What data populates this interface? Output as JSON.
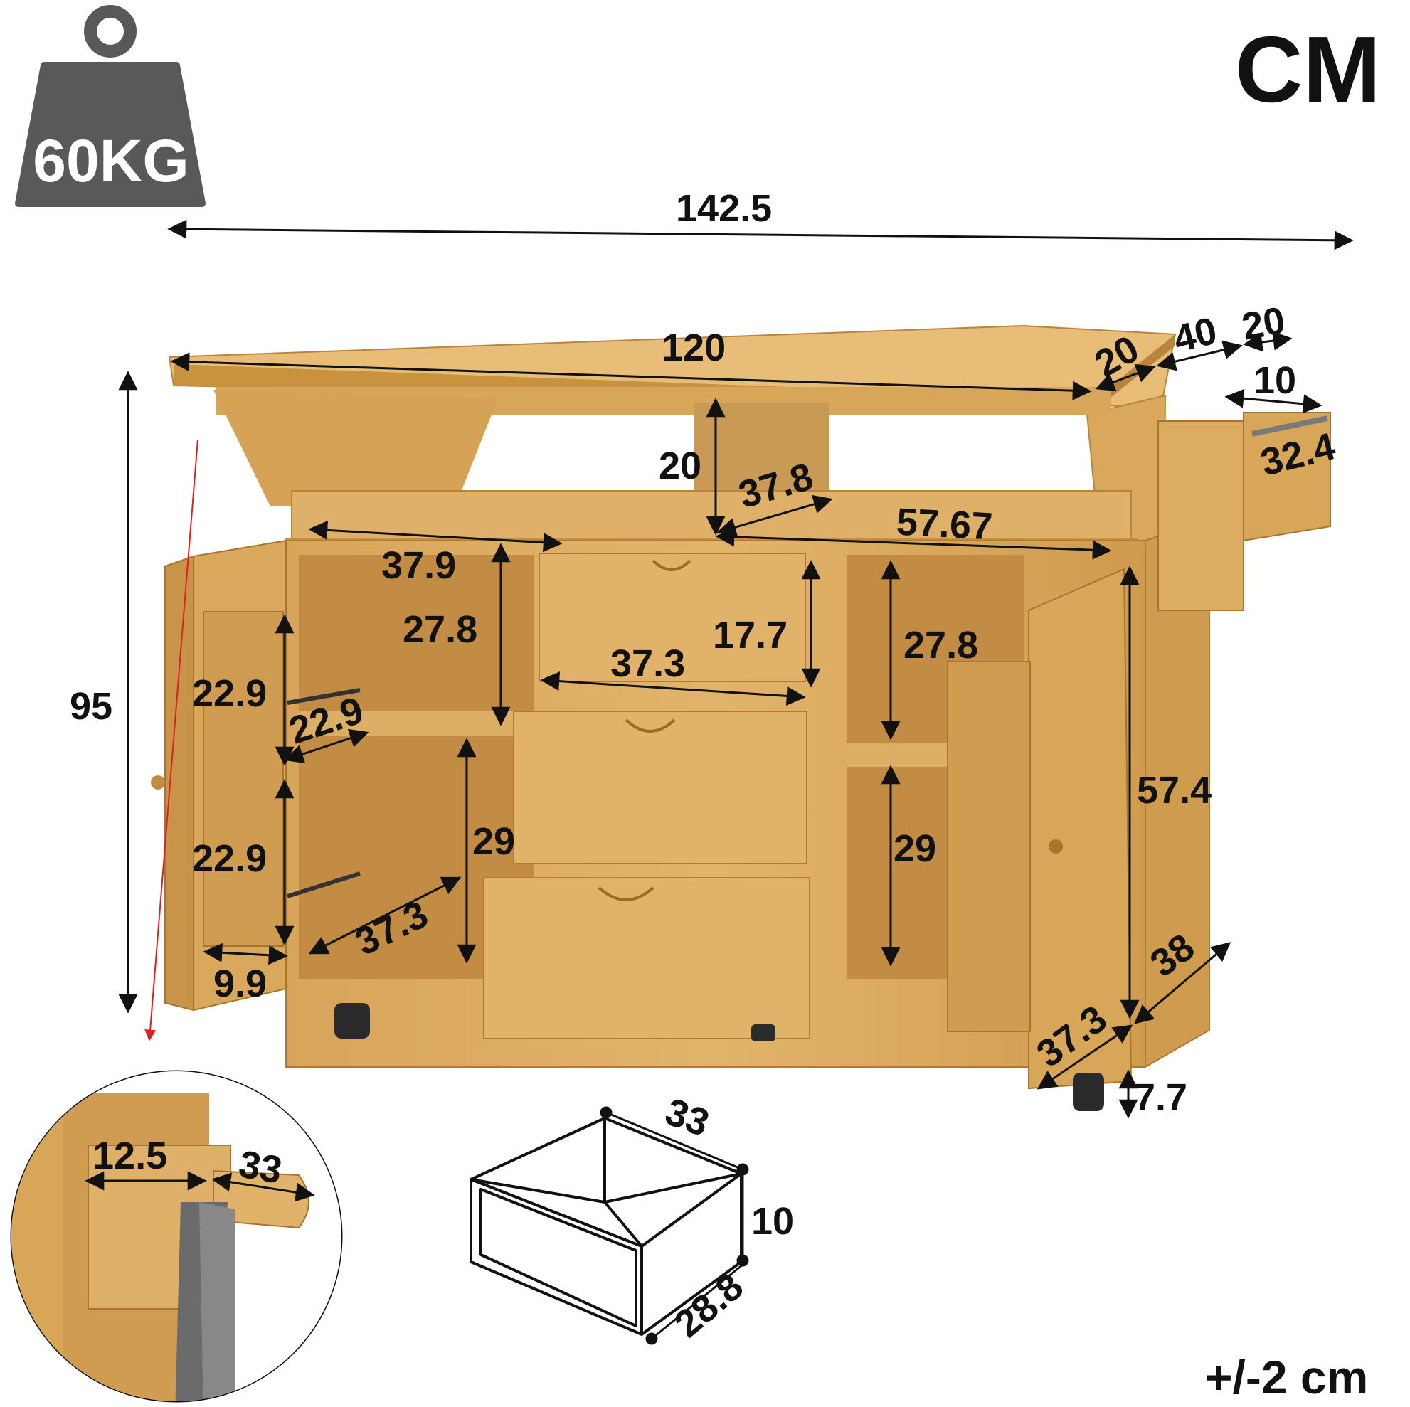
{
  "header": {
    "weight_capacity": "60KG",
    "unit": "CM",
    "tolerance": "+/-2 cm"
  },
  "colors": {
    "wood": "#d9a85c",
    "wood_dark": "#b9853c",
    "wood_light": "#e8bf7a",
    "weight_icon": "#58595b",
    "dimension_line": "#111111",
    "guide_line": "#e02020",
    "towel": "#6b6b6b",
    "wheel": "#2a2a2a"
  },
  "dimensions": {
    "overall_width": "142.5",
    "top_width": "120",
    "leaf_left": "20",
    "leaf_mid": "40",
    "leaf_right": "20",
    "rack_depth": "10",
    "rack_width": "32.4",
    "height": "95",
    "open_shelf_height": "20",
    "open_shelf_depth": "37.8",
    "open_shelf_width": "57.67",
    "left_cabinet_width": "37.9",
    "left_upper_height": "27.8",
    "left_lower_height": "29",
    "left_cabinet_depth": "37.3",
    "door_rack_upper": "22.9",
    "door_rack_lower": "22.9",
    "door_rack_depth": "22.9",
    "door_rack_width": "9.9",
    "drawer_height": "17.7",
    "drawer_width": "37.3",
    "right_upper_height": "27.8",
    "right_lower_height": "29",
    "right_height": "57.4",
    "right_depth_front": "37.3",
    "right_depth_side": "38",
    "wheel_height": "7.7",
    "towel_bar_width": "12.5",
    "towel_bar_length": "33",
    "box_length": "33",
    "box_height": "10",
    "box_depth": "28.8"
  }
}
